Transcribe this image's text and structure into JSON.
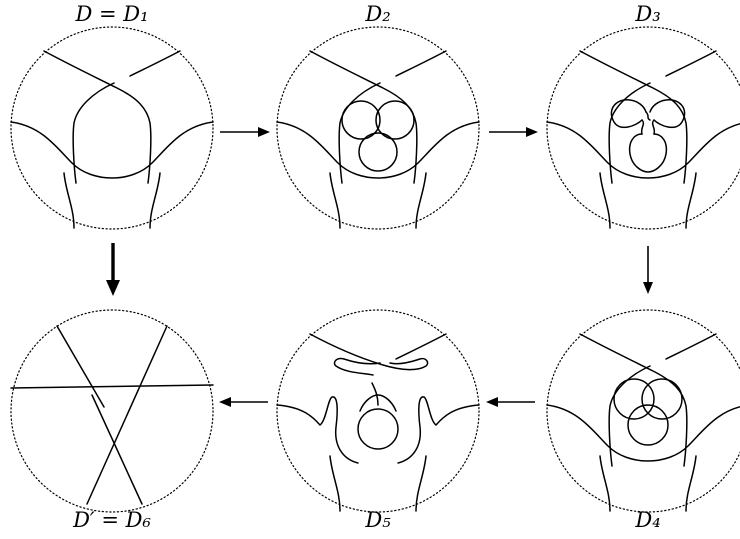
{
  "panels": [
    {
      "id": "D1",
      "label": "D = D₁"
    },
    {
      "id": "D2",
      "label": "D₂"
    },
    {
      "id": "D3",
      "label": "D₃"
    },
    {
      "id": "D4",
      "label": "D₄"
    },
    {
      "id": "D5",
      "label": "D₅"
    },
    {
      "id": "D6",
      "label": "D′ = D₆"
    }
  ],
  "arrows": [
    {
      "from": "D1",
      "to": "D2",
      "weight": "thin"
    },
    {
      "from": "D2",
      "to": "D3",
      "weight": "thin"
    },
    {
      "from": "D3",
      "to": "D4",
      "weight": "thin"
    },
    {
      "from": "D4",
      "to": "D5",
      "weight": "thin"
    },
    {
      "from": "D5",
      "to": "D6",
      "weight": "thin"
    },
    {
      "from": "D1",
      "to": "D6",
      "weight": "thick"
    }
  ]
}
